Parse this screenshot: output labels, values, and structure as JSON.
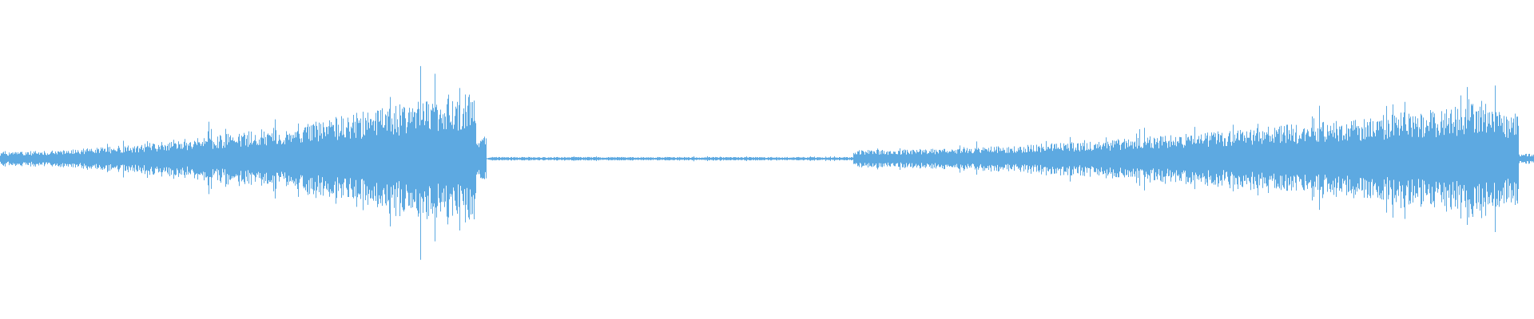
{
  "waveform": {
    "color": "#5DA9E1",
    "background": "#FFFFFF",
    "segments": [
      {
        "type": "build",
        "start_fraction": 0.0,
        "end_fraction": 0.317,
        "start_amplitude": 0.04,
        "peak_amplitude": 0.42
      },
      {
        "type": "silence",
        "start_fraction": 0.317,
        "end_fraction": 0.556,
        "amplitude": 0.01
      },
      {
        "type": "build",
        "start_fraction": 0.556,
        "end_fraction": 0.99,
        "start_amplitude": 0.05,
        "peak_amplitude": 0.35
      },
      {
        "type": "tail",
        "start_fraction": 0.99,
        "end_fraction": 1.0,
        "amplitude": 0.03
      }
    ]
  }
}
